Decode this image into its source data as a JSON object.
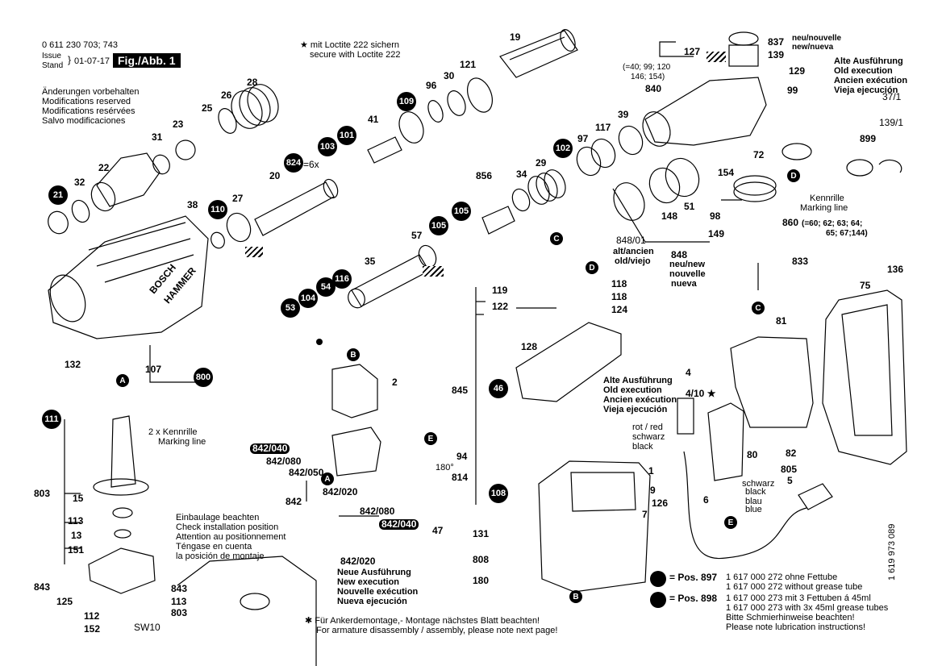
{
  "header": {
    "doc_number": "0 611 230 703; 743",
    "issue_label": "Issue",
    "stand_label": "Stand",
    "issue_date": "01-07-17",
    "figure": "Fig./Abb. 1",
    "notes": [
      "Änderungen vorbehalten",
      "Modifications reserved",
      "Modifications resérvées",
      "Salvo modificaciones"
    ],
    "loctite_de": "★ mit Loctite 222 sichern",
    "loctite_en": "secure with Loctite 222"
  },
  "brand": {
    "line1": "BOSCH",
    "line2": "HAMMER"
  },
  "callouts": {
    "c21": "21",
    "c110": "110",
    "c109": "109",
    "c824": "824",
    "c103": "103",
    "c101": "101",
    "c53": "53",
    "c104": "104",
    "c54": "54",
    "c116": "116",
    "c105a": "105",
    "c105b": "105",
    "c102": "102",
    "c800": "800",
    "c111": "111",
    "c46": "46",
    "c108": "108",
    "c897": "",
    "c898": ""
  },
  "letters": {
    "A1": "A",
    "A2": "A",
    "B1": "B",
    "B2": "B",
    "C1": "C",
    "C2": "C",
    "D1": "D",
    "D2": "D",
    "E1": "E",
    "E2": "E"
  },
  "parts": {
    "p19": "19",
    "p121": "121",
    "p30": "30",
    "p96": "96",
    "p28": "28",
    "p26": "26",
    "p25": "25",
    "p23": "23",
    "p31": "31",
    "p22": "22",
    "p32": "32",
    "p38": "38",
    "p27": "27",
    "p20": "20",
    "p41": "41",
    "p6x": "=6x",
    "p35": "35",
    "p57": "57",
    "p856": "856",
    "p34": "34",
    "p29": "29",
    "p97": "97",
    "p117": "117",
    "p39": "39",
    "p840": "840",
    "p127": "127",
    "p837": "837",
    "p837note1": "neu/nouvelle",
    "p837note2": "new/nueva",
    "p139": "139",
    "p129": "129",
    "p99": "99",
    "p72": "72",
    "p154": "154",
    "p51": "51",
    "p148": "148",
    "p848_01": "848/01",
    "p848_01n1": "alt/ancien",
    "p848_01n2": "old/viejo",
    "p848": "848",
    "p848n1": "neu/new",
    "p848n2": "nouvelle",
    "p848n3": "nueva",
    "p98": "98",
    "p149": "149",
    "p860": "860",
    "p860list1": "(=60; 62; 63; 64;",
    "p860list2": "65; 67;144)",
    "p833": "833",
    "p899": "899",
    "p37_1": "37/1",
    "p139_1": "139/1",
    "p840list1": "(=40; 99; 120",
    "p840list2": "146; 154)",
    "p136": "136",
    "p75": "75",
    "p81": "81",
    "p132": "132",
    "p107": "107",
    "p2": "2",
    "p119": "119",
    "p122": "122",
    "p118a": "118",
    "p118b": "118",
    "p124": "124",
    "p128": "128",
    "p845": "845",
    "p94": "94",
    "p814": "814",
    "p131": "131",
    "p808": "808",
    "p180": "180",
    "p1": "1",
    "p9": "9",
    "p7": "7",
    "p126": "126",
    "p4": "4",
    "p4_10": "4/10 ★",
    "p80": "80",
    "p82": "82",
    "p805": "805",
    "p5": "5",
    "p6": "6",
    "p803": "803",
    "p15": "15",
    "p113": "113",
    "p13": "13",
    "p151": "151",
    "p843": "843",
    "p125": "125",
    "p112": "112",
    "p152": "152",
    "psw10": "SW10",
    "p843b": "843",
    "p113b": "113",
    "p803b": "803",
    "p842_040a": "842/040",
    "p842_080a": "842/080",
    "p842_050": "842/050",
    "p842_020a": "842/020",
    "p842": "842",
    "p842_080b": "842/080",
    "p842_040b": "842/040",
    "p47": "47",
    "p842_020b": "842/020",
    "p180deg": "180°"
  },
  "text": {
    "kennrille_a": "2 x Kennrille",
    "kennrille_b": "Marking line",
    "kennrille2_a": "Kennrille",
    "kennrille2_b": "Marking line",
    "alt_title": [
      "Alte Ausführung",
      "Old execution",
      "Ancien exécution",
      "Vieja ejecución"
    ],
    "alt2_title": [
      "Alte Ausführung",
      "Old execution",
      "Ancien exécution",
      "Vieja ejecución"
    ],
    "new_exec": [
      "Neue Ausführung",
      "New execution",
      "Nouvelle exécution",
      "Nueva ejecución"
    ],
    "einbau": [
      "Einbaulage beachten",
      "Check installation position",
      "Attention au positionnement",
      "Téngase en cuenta",
      "la posición de montaje"
    ],
    "rot": "rot / red",
    "schwarz": "schwarz",
    "black": "black",
    "schwarz2": "schwarz",
    "black2": "black",
    "blau": "blau",
    "blue": "blue",
    "anker_de": "Für Ankerdemontage,- Montage nächstes Blatt beachten!",
    "anker_en": "For armature disassembly / assembly, please note next page!",
    "pos897": "= Pos. 897",
    "pos898": "= Pos. 898",
    "g1": "1 617 000 272 ohne Fettube",
    "g2": "1 617 000 272 without grease tube",
    "g3": "1 617 000 273 mit 3 Fettuben á 45ml",
    "g4": "1 617 000 273 with 3x 45ml grease tubes",
    "g5": "Bitte Schmierhinweise beachten!",
    "g6": "Please note lubrication instructions!",
    "docid": "1 619 973 089"
  }
}
